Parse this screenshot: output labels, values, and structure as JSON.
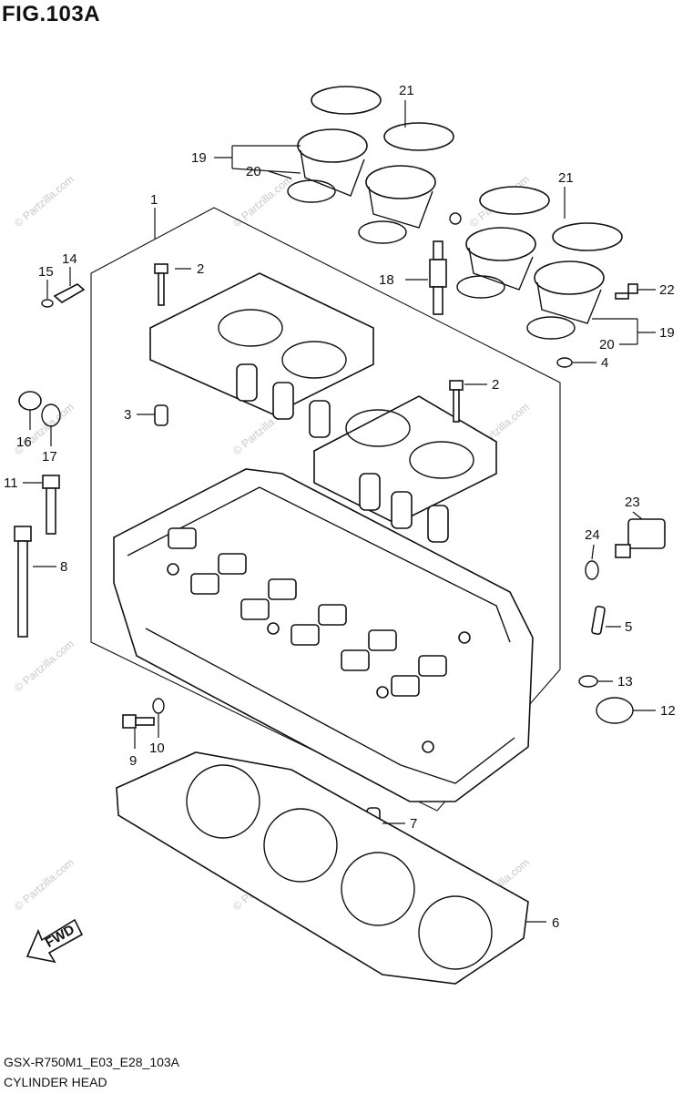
{
  "figure": {
    "title": "FIG.103A",
    "code": "GSX-R750M1_E03_E28_103A",
    "name": "CYLINDER HEAD"
  },
  "fwd_arrow": {
    "text": "FWD"
  },
  "watermark": "© Partzilla.com",
  "callouts": [
    "1",
    "2",
    "2",
    "3",
    "4",
    "5",
    "6",
    "7",
    "8",
    "9",
    "10",
    "11",
    "12",
    "13",
    "14",
    "15",
    "16",
    "17",
    "18",
    "19",
    "19",
    "20",
    "20",
    "21",
    "21",
    "22",
    "23",
    "24"
  ]
}
